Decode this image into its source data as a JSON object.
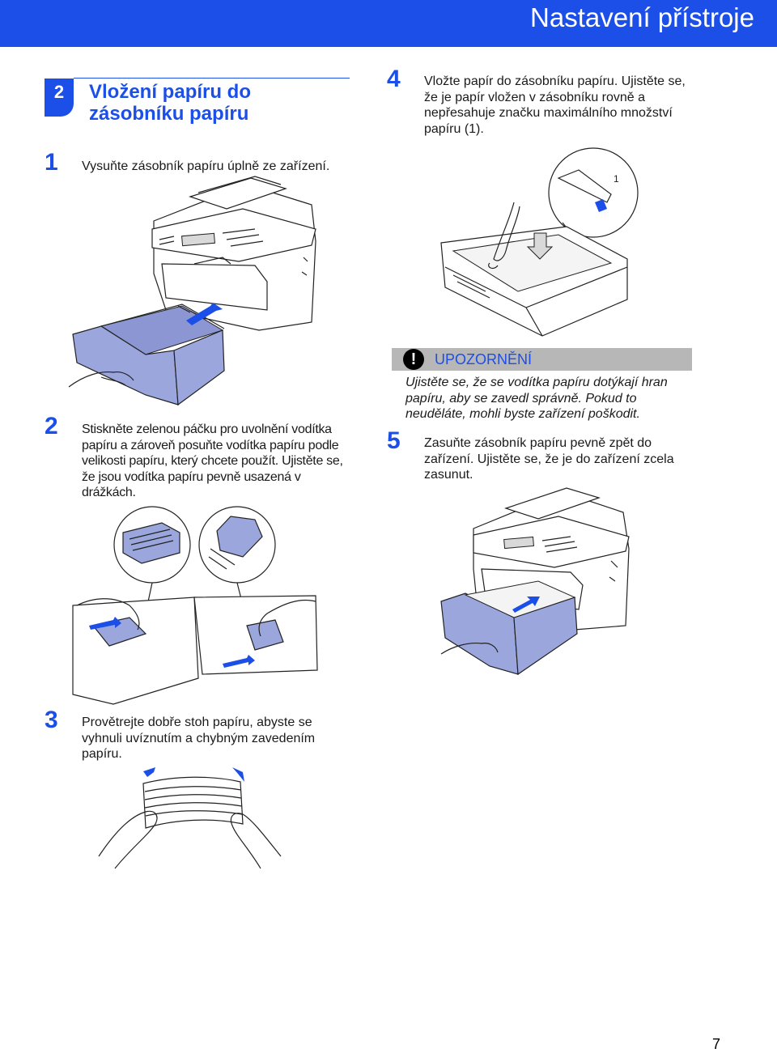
{
  "header": {
    "title": "Nastavení přístroje",
    "bar_color": "#1c4fe8"
  },
  "section": {
    "number": "2",
    "title": "Vložení papíru do zásobníku papíru"
  },
  "steps": [
    {
      "number": "1",
      "text": "Vysuňte zásobník papíru úplně ze zařízení."
    },
    {
      "number": "2",
      "text": "Stiskněte zelenou páčku pro uvolnění vodítka papíru a zároveň posuňte vodítka papíru podle velikosti papíru, který chcete použít. Ujistěte se, že jsou vodítka papíru pevně usazená v drážkách."
    },
    {
      "number": "3",
      "text": "Provětrejte dobře stoh papíru, abyste se vyhnuli uvíznutím a chybným zavedením papíru."
    },
    {
      "number": "4",
      "text": "Vložte papír do zásobníku papíru. Ujistěte se, že je papír vložen v zásobníku rovně a nepřesahuje značku maximálního množství papíru (1)."
    },
    {
      "number": "5",
      "text": "Zasuňte zásobník papíru pevně zpět do zařízení. Ujistěte se, že je do zařízení zcela zasunut."
    }
  ],
  "caution": {
    "icon": "exclamation-icon",
    "label": "UPOZORNĚNÍ",
    "text": "Ujistěte se, že se vodítka papíru dotýkají hran papíru, aby se zavedl správně. Pokud to neuděláte, mohli byste zařízení poškodit."
  },
  "figures": {
    "step4_callout": "1"
  },
  "page_number": "7"
}
